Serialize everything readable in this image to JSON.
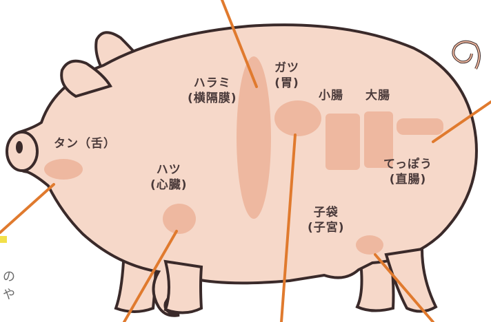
{
  "labels": {
    "tan": "タン（舌）",
    "hatsu": "ハツ",
    "hatsu_sub": "(心臓)",
    "harami": "ハラミ",
    "harami_sub": "(横隔膜)",
    "gatsu": "ガツ",
    "gatsu_sub": "(胃)",
    "shocho": "小腸",
    "daicho": "大腸",
    "teppo": "てっぽう",
    "teppo_sub": "(直腸)",
    "kobukuro": "子袋",
    "kobukuro_sub": "(子宮)"
  },
  "side_text": [
    "の",
    "や"
  ],
  "colors": {
    "body": "#f6d8c9",
    "outline": "#3a2a2a",
    "organ": "#eeb8a0",
    "leader": "#e07a2e",
    "highlight": "#f2e04a"
  }
}
